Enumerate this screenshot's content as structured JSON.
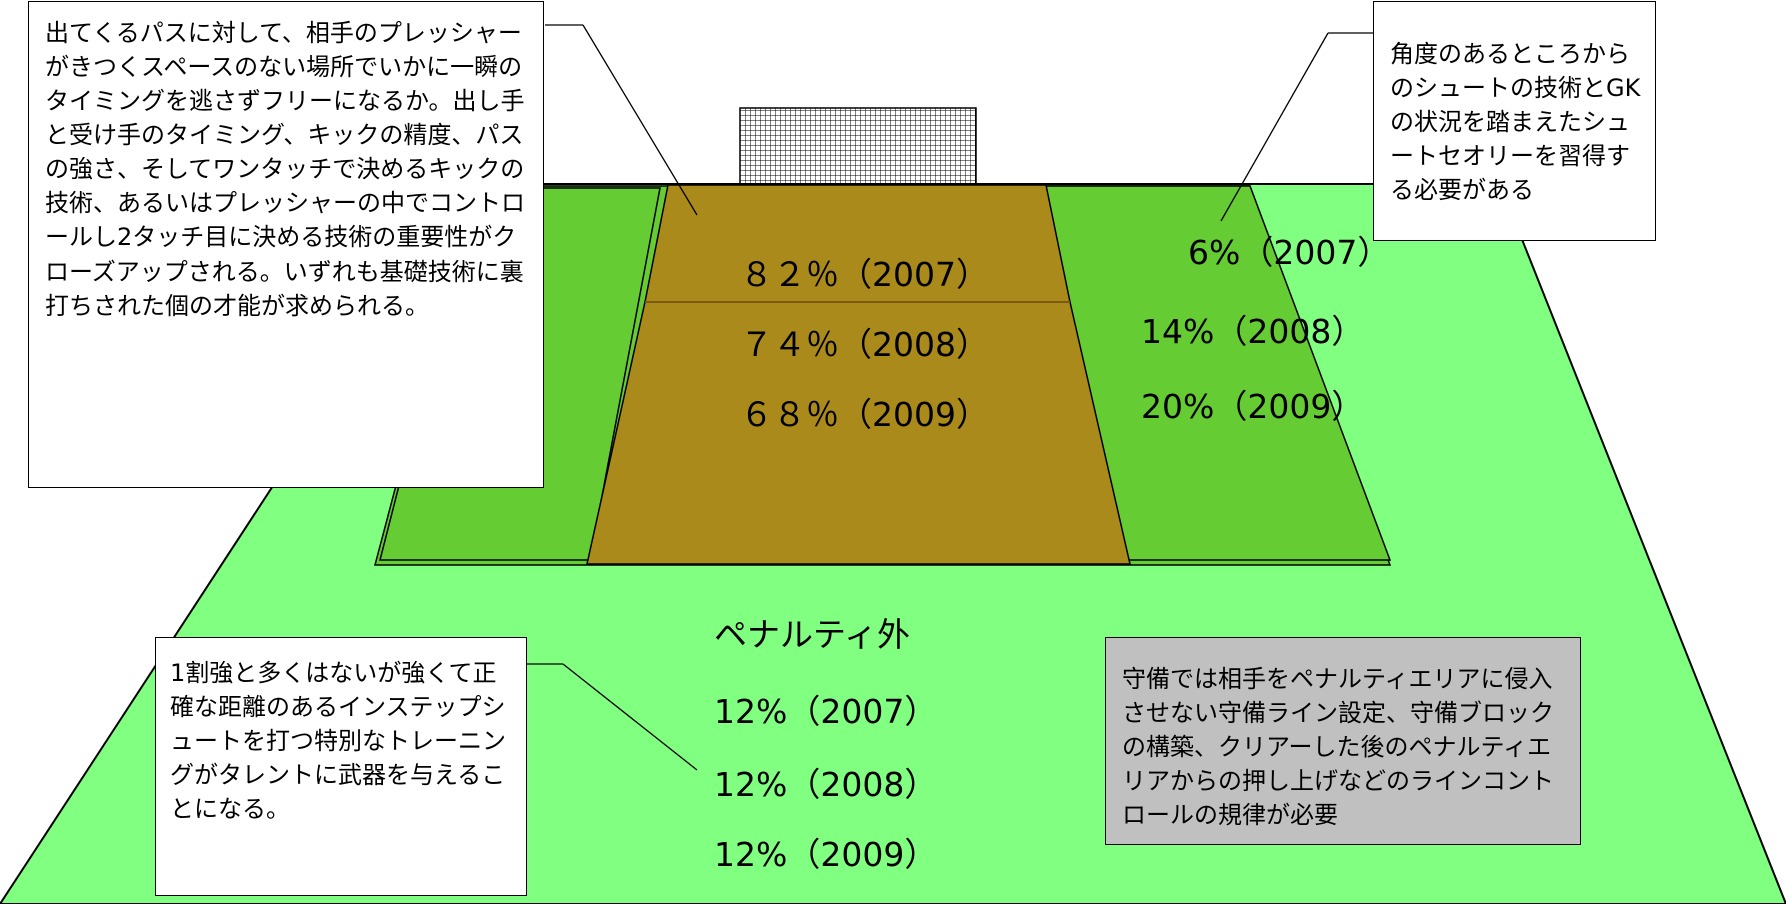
{
  "colors": {
    "pitch": "#80ff80",
    "penalty_area": "#66cc33",
    "goal_area": "#aa8a1a",
    "line": "#000000",
    "callout_bg": "#ffffff",
    "note_bg": "#c0c0c0"
  },
  "goal_area_stats": [
    "８２％（2007）",
    "７４％（2008）",
    "６８％（2009）"
  ],
  "side_stats": [
    "6%（2007）",
    "14%（2008）",
    "20%（2009）"
  ],
  "outside": {
    "title": "ペナルティ外",
    "stats": [
      "12%（2007）",
      "12%（2008）",
      "12%（2009）"
    ]
  },
  "callouts": {
    "goal_area": "出てくるパスに対して、相手のプレッシャーがきつくスペースのない場所でいかに一瞬のタイミングを逃さずフリーになるか。出し手と受け手のタイミング、キックの精度、パスの強さ、そしてワンタッチで決めるキックの技術、あるいはプレッシャーの中でコントロールし2タッチ目に決める技術の重要性がクローズアップされる。いずれも基礎技術に裏打ちされた個の才能が求められる。",
    "angle": "角度のあるところからのシュートの技術とGKの状況を踏まえたシュートセオリーを習得する必要がある",
    "outside": "1割強と多くはないが強くて正確な距離のあるインステップシュートを打つ特別なトレーニングがタレントに武器を与えることになる。",
    "defense": "守備では相手をペナルティエリアに侵入させない守備ライン設定、守備ブロックの構築、クリアーした後のペナルティエリアからの押し上げなどのラインコントロールの規律が必要"
  }
}
